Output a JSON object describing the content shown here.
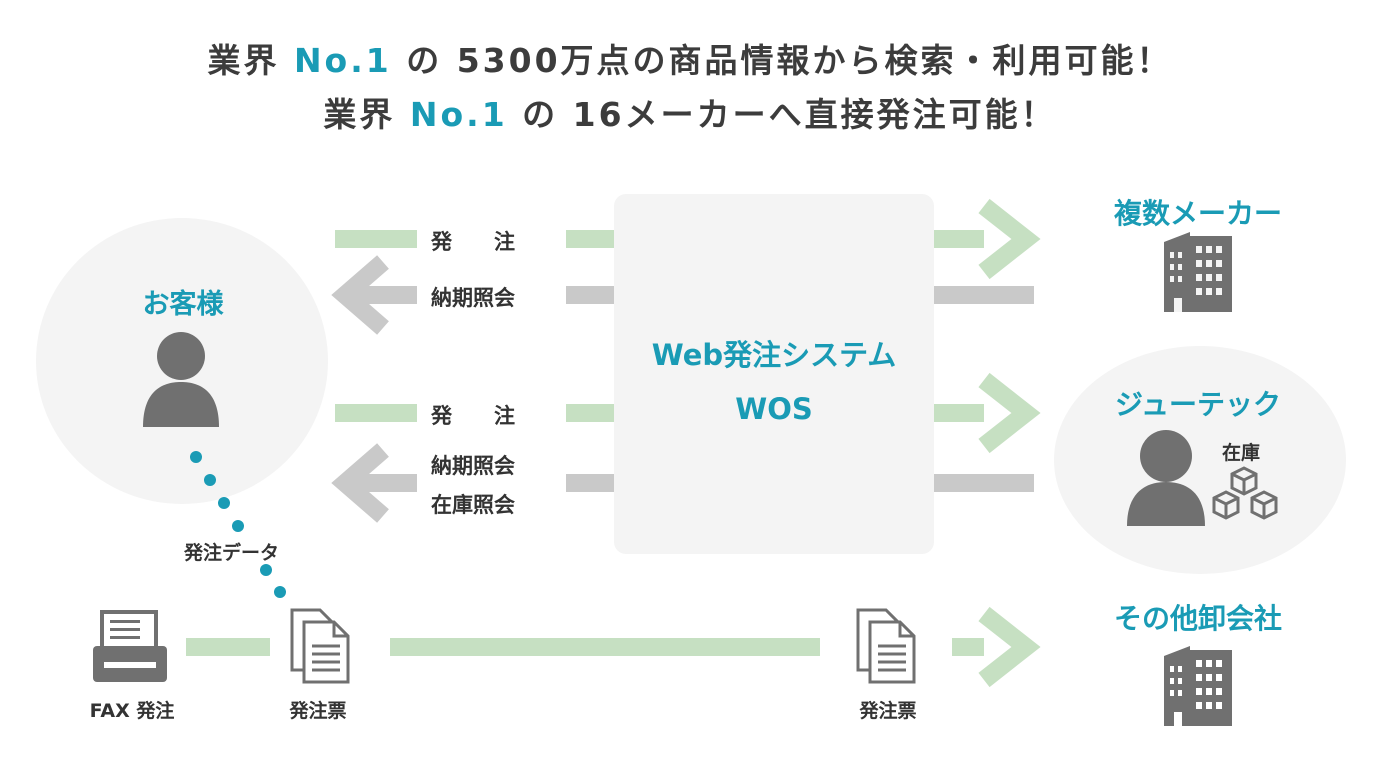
{
  "headline": {
    "line1": {
      "pre": "業界 ",
      "accent": "No.1",
      "post": " の 5300万点の商品情報から検索・利用可能！"
    },
    "line2": {
      "pre": "業界 ",
      "accent": "No.1",
      "post": " の 16メーカーへ直接発注可能！"
    }
  },
  "customer": {
    "label": "お客様"
  },
  "system": {
    "line1": "Web発注システム",
    "line2": "WOS"
  },
  "upper_flow": {
    "order": "発　　注",
    "inquiry": "納期照会"
  },
  "lower_flow": {
    "order": "発　　注",
    "inquiry1": "納期照会",
    "inquiry2": "在庫照会"
  },
  "makers": {
    "label": "複数メーカー"
  },
  "jutec": {
    "label": "ジューテック",
    "stock": "在庫"
  },
  "wholesalers": {
    "label": "その他卸会社"
  },
  "fax": {
    "label": "FAX 発注",
    "data_label": "発注データ",
    "slip_left": "発注票",
    "slip_right": "発注票"
  },
  "colors": {
    "accent": "#1a9bb5",
    "green": "#c6e0c2",
    "grey": "#c9c9c9",
    "panel": "#f4f4f4",
    "icon": "#707070"
  }
}
